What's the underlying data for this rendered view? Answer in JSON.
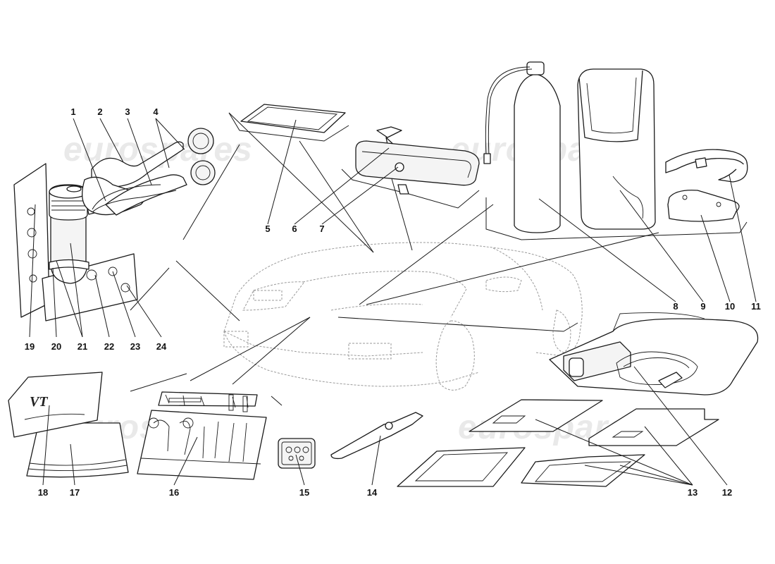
{
  "watermark": {
    "text": "eurospares",
    "color": "#e9e9e9"
  },
  "badge_text": "VT",
  "callouts": [
    {
      "id": "1",
      "label": "1"
    },
    {
      "id": "2",
      "label": "2"
    },
    {
      "id": "3",
      "label": "3"
    },
    {
      "id": "4",
      "label": "4"
    },
    {
      "id": "5",
      "label": "5"
    },
    {
      "id": "6",
      "label": "6"
    },
    {
      "id": "7",
      "label": "7"
    },
    {
      "id": "8",
      "label": "8"
    },
    {
      "id": "9",
      "label": "9"
    },
    {
      "id": "10",
      "label": "10"
    },
    {
      "id": "11",
      "label": "11"
    },
    {
      "id": "12",
      "label": "12"
    },
    {
      "id": "13",
      "label": "13"
    },
    {
      "id": "14",
      "label": "14"
    },
    {
      "id": "15",
      "label": "15"
    },
    {
      "id": "16",
      "label": "16"
    },
    {
      "id": "17",
      "label": "17"
    },
    {
      "id": "18",
      "label": "18"
    },
    {
      "id": "19",
      "label": "19"
    },
    {
      "id": "20",
      "label": "20"
    },
    {
      "id": "21",
      "label": "21"
    },
    {
      "id": "22",
      "label": "22"
    },
    {
      "id": "23",
      "label": "23"
    },
    {
      "id": "24",
      "label": "24"
    }
  ]
}
